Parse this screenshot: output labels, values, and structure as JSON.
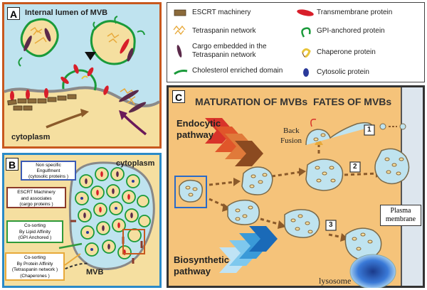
{
  "panel_a": {
    "letter": "A",
    "lumen_label": "Internal lumen of MVB",
    "cytoplasm_label": "cytoplasm"
  },
  "legend": {
    "items": [
      {
        "label": "ESCRT machinery",
        "icon": "escrt-icon"
      },
      {
        "label": "Transmembrane protein",
        "icon": "transmembrane-protein-icon"
      },
      {
        "label": "Tetraspanin network",
        "icon": "tetraspanin-icon"
      },
      {
        "label": "GPI-anchored protein",
        "icon": "gpi-anchor-icon"
      },
      {
        "label": "Cargo embedded in the Tetraspanin network",
        "icon": "cargo-icon"
      },
      {
        "label": "Chaperone protein",
        "icon": "chaperone-icon"
      },
      {
        "label": "Cholesterol enriched domain",
        "icon": "cholesterol-domain-icon"
      },
      {
        "label": "Cytosolic protein",
        "icon": "cytosolic-protein-icon"
      }
    ]
  },
  "panel_b": {
    "letter": "B",
    "cytoplasm_label": "cytoplasm",
    "mvb_label": "MVB",
    "boxes": [
      {
        "line1": "Non specific",
        "line2": "Engulfment",
        "line3": "(cytosolic proteins )",
        "color": "#3b5bb5"
      },
      {
        "line1": "ESCRT Machinery",
        "line2": "and associates",
        "line3": "(cargo proteins  )",
        "color": "#8b3a2a"
      },
      {
        "line1": "Co-sorting",
        "line2": "By Lipid Affinity",
        "line3": "(GPI Anchored  )",
        "color": "#2f9a3a"
      },
      {
        "line1": "Co-sorting",
        "line2": "By Protein Affinity",
        "line3": "(Tetraspanin network  )",
        "line4": "(Chaperones  )",
        "color": "#e8a93a"
      }
    ]
  },
  "panel_c": {
    "letter": "C",
    "heading_maturation": "MATURATION OF MVBs",
    "heading_fates": "FATES OF MVBs",
    "endocytic_line1": "Endocytic",
    "endocytic_line2": "pathway",
    "biosynthetic_line1": "Biosynthetic",
    "biosynthetic_line2": "pathway",
    "back_fusion_line1": "Back",
    "back_fusion_line2": "Fusion",
    "plasma_line1": "Plasma",
    "plasma_line2": "membrane",
    "lysosome_label": "lysosome",
    "fate_numbers": [
      "1",
      "2",
      "3"
    ]
  }
}
